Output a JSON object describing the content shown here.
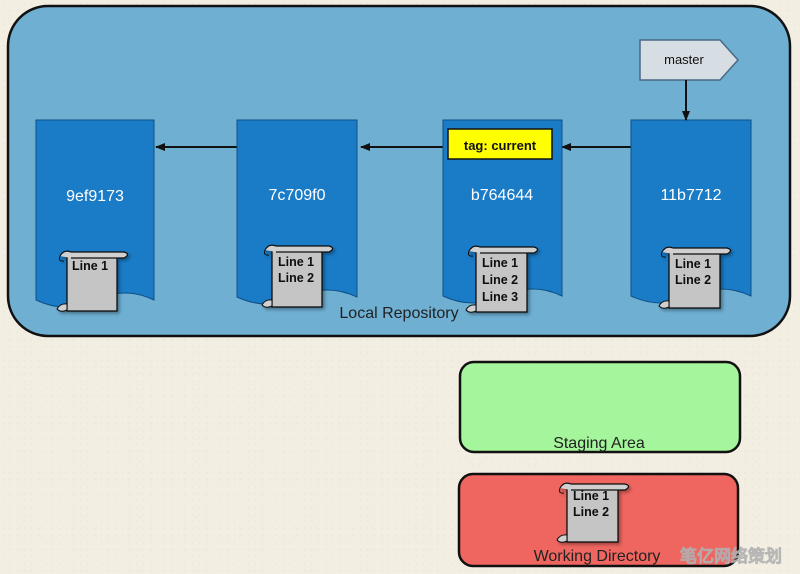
{
  "areas": {
    "repository_label": "Local Repository",
    "staging_label": "Staging Area",
    "working_label": "Working Directory"
  },
  "branch": {
    "label": "master"
  },
  "tag": {
    "label": "tag: current"
  },
  "commits": [
    {
      "hash": "9ef9173",
      "lines": [
        "Line 1"
      ]
    },
    {
      "hash": "7c709f0",
      "lines": [
        "Line 1",
        "Line 2"
      ]
    },
    {
      "hash": "b764644",
      "lines": [
        "Line 1",
        "Line 2",
        "Line 3"
      ]
    },
    {
      "hash": "11b7712",
      "lines": [
        "Line 1",
        "Line 2"
      ]
    }
  ],
  "working_file": {
    "lines": [
      "Line 1",
      "Line 2"
    ]
  },
  "watermark": "笔亿网络策划",
  "colors": {
    "repository_fill": "#6eafd2",
    "commit_fill": "#1a7cc7",
    "staging_fill": "#a4f59b",
    "working_fill": "#ef6660",
    "tag_fill": "#ffff00",
    "branch_fill": "#d6dde3"
  }
}
